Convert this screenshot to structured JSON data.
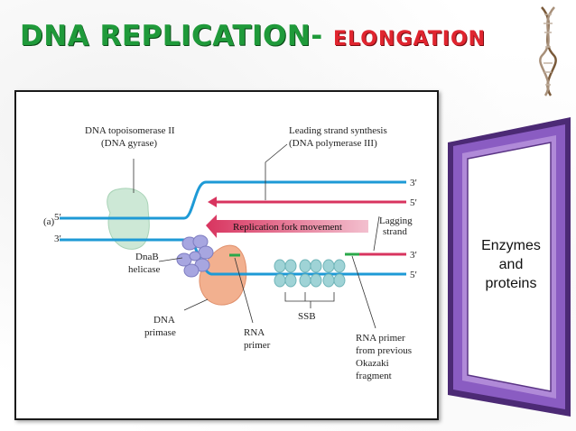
{
  "title": {
    "main": "DNA REPLICATION",
    "dash": "-",
    "sub": "ELONGATION"
  },
  "diagram": {
    "panel_label": "(a)",
    "top_left_5": "5′",
    "mid_left_3": "3′",
    "topo_line1": "DNA topoisomerase II",
    "topo_line2": "(DNA gyrase)",
    "leading_line1": "Leading strand synthesis",
    "leading_line2": "(DNA polymerase III)",
    "right_3a": "3′",
    "right_5a": "5′",
    "fork_movement": "Replication fork movement",
    "lagging_line1": "Lagging",
    "lagging_line2": "strand",
    "right_3b": "3′",
    "right_5b": "5′",
    "dnab_line1": "DnaB",
    "dnab_line2": "helicase",
    "primase_line1": "DNA",
    "primase_line2": "primase",
    "rna_primer_line1": "RNA",
    "rna_primer_line2": "primer",
    "ssb": "SSB",
    "okazaki_line1": "RNA primer",
    "okazaki_line2": "from previous",
    "okazaki_line3": "Okazaki",
    "okazaki_line4": "fragment"
  },
  "frame_text": {
    "line1": "Enzymes",
    "line2": "and",
    "line3": "proteins"
  },
  "colors": {
    "title_green": "#1f9a3a",
    "title_red": "#e0252f",
    "strand_blue": "#1e9ad6",
    "strand_red": "#d8345f",
    "primer_green": "#2aa84a",
    "frame_purple": "#7b4fb0"
  }
}
